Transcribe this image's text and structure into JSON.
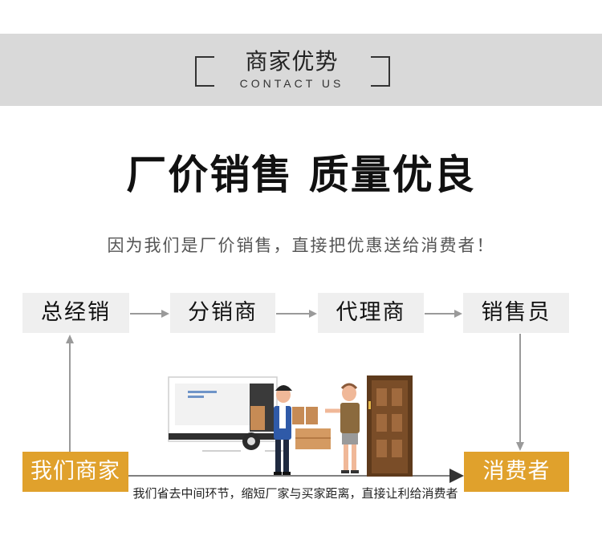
{
  "header": {
    "title": "商家优势",
    "subtitle": "CONTACT US"
  },
  "headline": "厂价销售 质量优良",
  "subline": "因为我们是厂价销售，直接把优惠送给消费者！",
  "chain": {
    "general_distributor": "总经销",
    "sub_distributor": "分销商",
    "agent": "代理商",
    "salesperson": "销售员"
  },
  "direct": {
    "merchant": "我们商家",
    "consumer": "消费者",
    "caption": "我们省去中间环节，缩短厂家与买家距离，直接让利给消费者"
  },
  "colors": {
    "accent": "#e0a12c",
    "box_gray": "#efefef",
    "header_band": "#d9d9d9"
  },
  "illustration": {
    "scene": "delivery-truck-courier-customer-door",
    "icons": [
      "truck-icon",
      "courier-icon",
      "package-icon",
      "customer-icon",
      "door-icon"
    ]
  }
}
